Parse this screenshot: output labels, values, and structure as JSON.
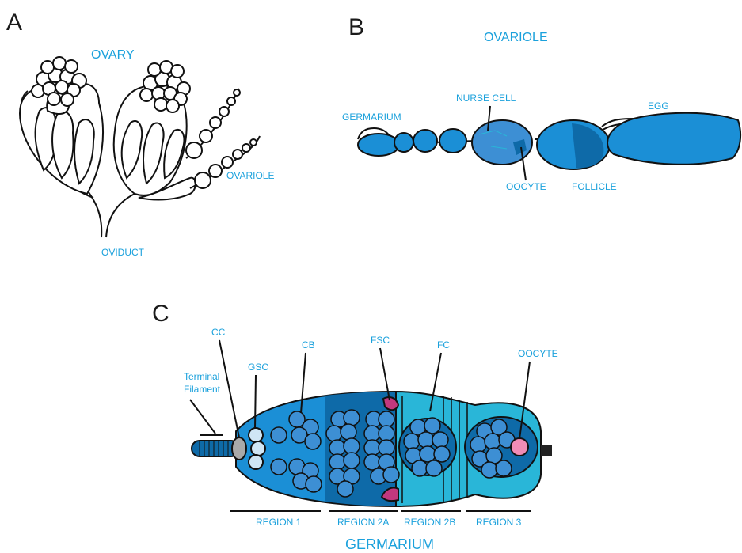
{
  "panels": {
    "a": "A",
    "b": "B",
    "c": "C"
  },
  "panel_a": {
    "title": "OVARY",
    "ovariole": "OVARIOLE",
    "oviduct": "OVIDUCT"
  },
  "panel_b": {
    "title": "OVARIOLE",
    "germarium": "GERMARIUM",
    "nurse_cell": "NURSE CELL",
    "egg": "EGG",
    "oocyte": "OOCYTE",
    "follicle": "FOLLICLE"
  },
  "panel_c": {
    "terminal_filament_1": "Terminal",
    "terminal_filament_2": "Filament",
    "cc": "CC",
    "gsc": "GSC",
    "cb": "CB",
    "fsc": "FSC",
    "fc": "FC",
    "oocyte": "OOCYTE",
    "region_1": "REGION 1",
    "region_2a": "REGION 2A",
    "region_2b": "REGION 2B",
    "region_3": "REGION 3",
    "title": "GERMARIUM"
  },
  "colors": {
    "label": "#1ba1dc",
    "dark_blue": "#0e6aa8",
    "mid_blue": "#1b8fd6",
    "cyan": "#29b6d8",
    "cell_blue": "#3d8fd4",
    "light_cell": "#cfe6f5",
    "magenta": "#c2387e",
    "pink": "#f08cb6",
    "grey": "#a9a9a9"
  }
}
